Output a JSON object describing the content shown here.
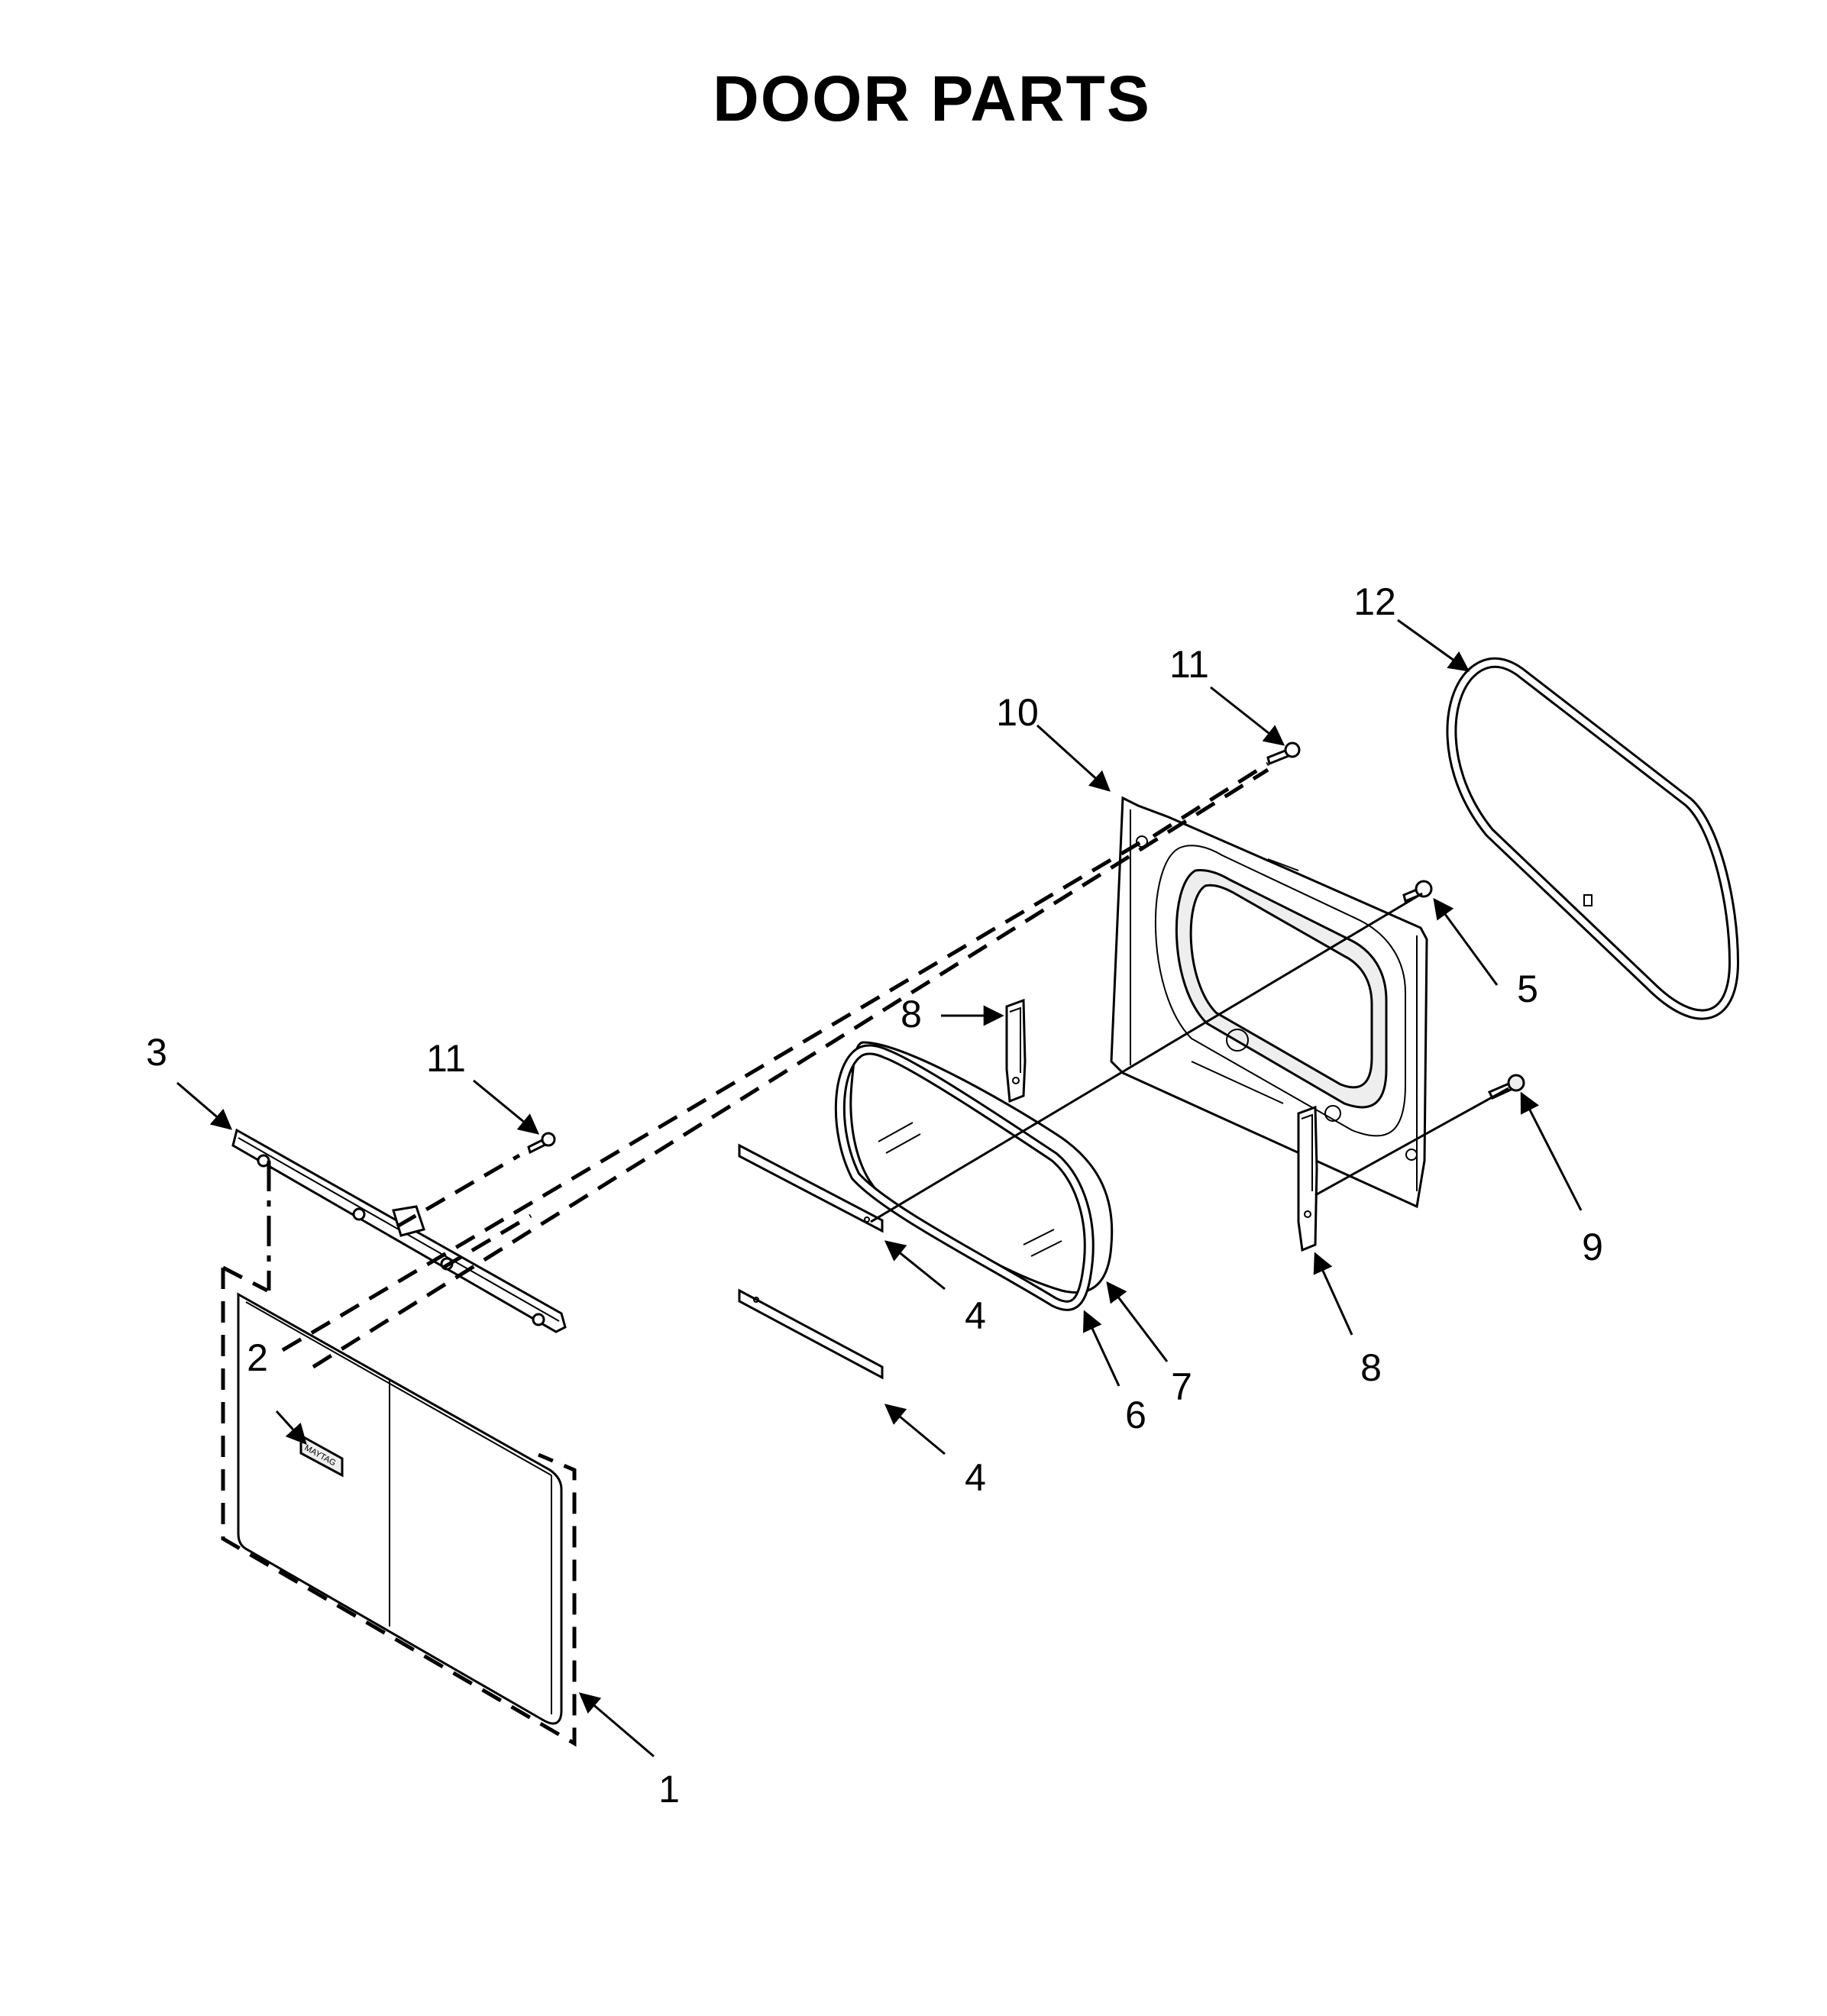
{
  "title": "DOOR PARTS",
  "callouts": {
    "door_outer_panel": "1",
    "badge": "2",
    "door_handle": "3",
    "glass_bracket_upper": "4",
    "glass_bracket_lower": "4",
    "screw_5": "5",
    "glass_seal": "6",
    "door_glass": "7",
    "hinge_upper": "8",
    "hinge_lower": "8",
    "hinge_pin": "9",
    "inner_door_frame": "10",
    "screw_11_upper": "11",
    "screw_11_lower": "11",
    "door_gasket": "12"
  },
  "badge_text": "MAYTAG"
}
